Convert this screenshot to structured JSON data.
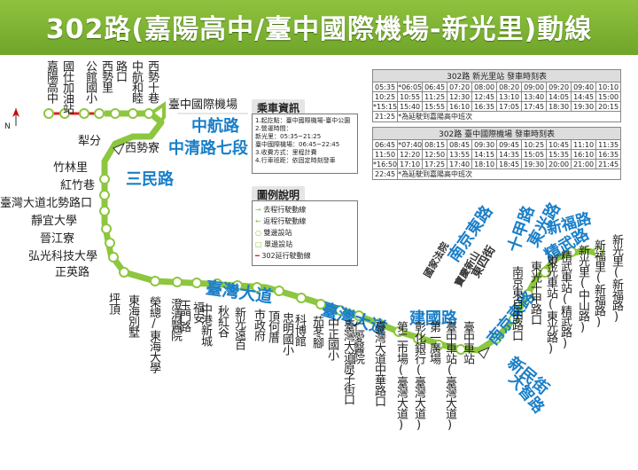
{
  "title": "302路(嘉陽高中/臺中國際機場-新光里)動線",
  "compass": {
    "label": "N"
  },
  "stops_top": [
    "嘉陽高中",
    "國仕加油站",
    "公館國小",
    "西勢里",
    "路口",
    "中航和睦",
    "西勢十巷"
  ],
  "stop_airport": "臺中國際機場",
  "stops_left": [
    "犁分",
    "西勢寮",
    "竹林里",
    "紅竹巷",
    "臺灣大道北勢路口",
    "靜宜大學",
    "晉江寮",
    "弘光科技大學",
    "正英路"
  ],
  "stops_bottom": [
    "坪頂",
    "東海別墅",
    "榮總/東海大學",
    "澄清醫院",
    "玉門路",
    "福安",
    "中港新城",
    "秋紅谷",
    "新光遠百",
    "市政府",
    "頂何厝",
    "忠明國小",
    "科博館",
    "茄苳腳",
    "中正國小",
    "臺灣大道原子街口",
    "仁愛醫院",
    "臺灣大道中華路口",
    "第二市場(臺灣大道)",
    "彰化銀行(臺灣大道)",
    "第一廣場",
    "臺中車站(臺灣大道)",
    "臺中車站"
  ],
  "stops_right": [
    "南京東自由路口",
    "東光十甲路口",
    "東光車站(東光路)",
    "精武車站(精武路)",
    "新光里(中山路)",
    "新福里(新福路)",
    "新光里(新福路)"
  ],
  "stops_middle": [
    "南京東路",
    "十甲路",
    "東光路",
    "精武路",
    "新福路",
    "東四街",
    "大智路"
  ],
  "road_labels": [
    "中航路",
    "中清路七段",
    "三民路",
    "臺灣大道",
    "臺灣大道",
    "建國路",
    "南京東路",
    "新民街",
    "國家法院",
    "寶慶新山"
  ],
  "info": {
    "heading": "乘車資訊",
    "lines": [
      "1.起訖點：臺中國際機場-臺中公園",
      "2.營運時間：",
      "  新光里：05:35~21:25",
      "  臺中國際機場：06:45~22:45",
      "3.收費方式：里程計費",
      "4.行車班距：依固定時刻發車"
    ]
  },
  "legend": {
    "heading": "圖例說明",
    "items": [
      "去程行駛動線",
      "返程行駛動線",
      "雙邊設站",
      "單邊設站",
      "302延行駛動線"
    ]
  },
  "timetable1": {
    "title": "302路 新光里站 發車時刻表",
    "rows": [
      [
        "05:35",
        "*06:05",
        "06:45",
        "07:20",
        "08:00",
        "08:20",
        "09:00",
        "09:20",
        "09:40",
        "10:10"
      ],
      [
        "10:25",
        "10:55",
        "11:25",
        "12:30",
        "12:45",
        "13:10",
        "13:40",
        "14:05",
        "14:45",
        "15:00"
      ],
      [
        "*15:15",
        "15:40",
        "15:55",
        "16:10",
        "16:35",
        "17:05",
        "17:45",
        "18:30",
        "19:30",
        "20:15"
      ]
    ],
    "last_time": "21:25",
    "note": "*為延駛到嘉陽高中班次"
  },
  "timetable2": {
    "title": "302路 臺中國際機場 發車時刻表",
    "rows": [
      [
        "06:45",
        "*07:40",
        "08:15",
        "08:45",
        "09:30",
        "09:45",
        "10:25",
        "10:45",
        "11:10",
        "11:35"
      ],
      [
        "11:50",
        "12:20",
        "12:50",
        "13:55",
        "14:15",
        "14:35",
        "15:05",
        "15:35",
        "16:10",
        "16:35"
      ],
      [
        "*16:50",
        "17:10",
        "17:25",
        "17:40",
        "18:10",
        "18:45",
        "19:30",
        "20:00",
        "21:00",
        "21:45"
      ]
    ],
    "last_time": "22:45",
    "note": "*為延駛到嘉陽高中班次"
  },
  "colors": {
    "banner": "#7ab533",
    "route": "#8dc63f",
    "extension": "#e02020",
    "road_label": "#1a7fc8",
    "arrow_green": "#8dc63f"
  }
}
